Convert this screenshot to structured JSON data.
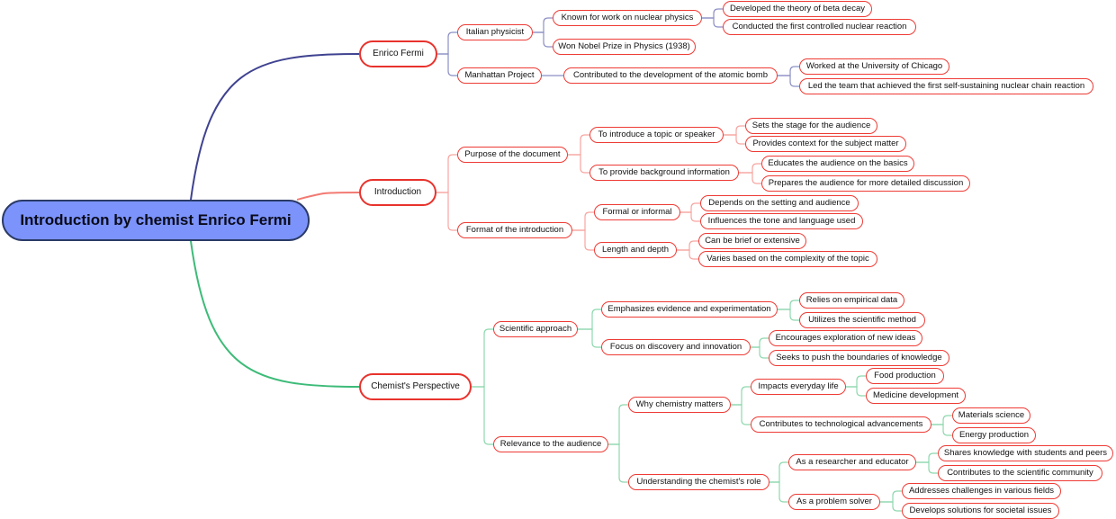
{
  "title": "Introduction by chemist Enrico Fermi",
  "colors": {
    "fermi": "#3f4290",
    "fermi_sub": "#8c8fc4",
    "intro": "#f27a72",
    "intro_sub": "#f7a5a0",
    "chemist": "#3dbb78",
    "chemist_sub": "#8ed8ae",
    "node_border": "#ee3b35",
    "root_fill": "#7b93fb"
  },
  "branches": [
    {
      "label": "Enrico Fermi",
      "children": [
        {
          "label": "Italian physicist",
          "children": [
            {
              "label": "Known for work on nuclear physics",
              "children": [
                {
                  "label": "Developed the theory of beta decay"
                },
                {
                  "label": "Conducted the first controlled nuclear reaction"
                }
              ]
            },
            {
              "label": "Won Nobel Prize in Physics (1938)"
            }
          ]
        },
        {
          "label": "Manhattan Project",
          "children": [
            {
              "label": "Contributed to the development of the atomic bomb",
              "children": [
                {
                  "label": "Worked at the University of Chicago"
                },
                {
                  "label": "Led the team that achieved the first self-sustaining nuclear chain reaction"
                }
              ]
            }
          ]
        }
      ]
    },
    {
      "label": "Introduction",
      "children": [
        {
          "label": "Purpose of the document",
          "children": [
            {
              "label": "To introduce a topic or speaker",
              "children": [
                {
                  "label": "Sets the stage for the audience"
                },
                {
                  "label": "Provides context for the subject matter"
                }
              ]
            },
            {
              "label": "To provide background information",
              "children": [
                {
                  "label": "Educates the audience on the basics"
                },
                {
                  "label": "Prepares the audience for more detailed discussion"
                }
              ]
            }
          ]
        },
        {
          "label": "Format of the introduction",
          "children": [
            {
              "label": "Formal or informal",
              "children": [
                {
                  "label": "Depends on the setting and audience"
                },
                {
                  "label": "Influences the tone and language used"
                }
              ]
            },
            {
              "label": "Length and depth",
              "children": [
                {
                  "label": "Can be brief or extensive"
                },
                {
                  "label": "Varies based on the complexity of the topic"
                }
              ]
            }
          ]
        }
      ]
    },
    {
      "label": "Chemist's Perspective",
      "children": [
        {
          "label": "Scientific approach",
          "children": [
            {
              "label": "Emphasizes evidence and experimentation",
              "children": [
                {
                  "label": "Relies on empirical data"
                },
                {
                  "label": "Utilizes the scientific method"
                }
              ]
            },
            {
              "label": "Focus on discovery and innovation",
              "children": [
                {
                  "label": "Encourages exploration of new ideas"
                },
                {
                  "label": "Seeks to push the boundaries of knowledge"
                }
              ]
            }
          ]
        },
        {
          "label": "Relevance to the audience",
          "children": [
            {
              "label": "Why chemistry matters",
              "children": [
                {
                  "label": "Impacts everyday life",
                  "children": [
                    {
                      "label": "Food production"
                    },
                    {
                      "label": "Medicine development"
                    }
                  ]
                },
                {
                  "label": "Contributes to technological advancements",
                  "children": [
                    {
                      "label": "Materials science"
                    },
                    {
                      "label": "Energy production"
                    }
                  ]
                }
              ]
            },
            {
              "label": "Understanding the chemist's role",
              "children": [
                {
                  "label": "As a researcher and educator",
                  "children": [
                    {
                      "label": "Shares knowledge with students and peers"
                    },
                    {
                      "label": "Contributes to the scientific community"
                    }
                  ]
                },
                {
                  "label": "As a problem solver",
                  "children": [
                    {
                      "label": "Addresses challenges in various fields"
                    },
                    {
                      "label": "Develops solutions for societal issues"
                    }
                  ]
                }
              ]
            }
          ]
        }
      ]
    }
  ]
}
